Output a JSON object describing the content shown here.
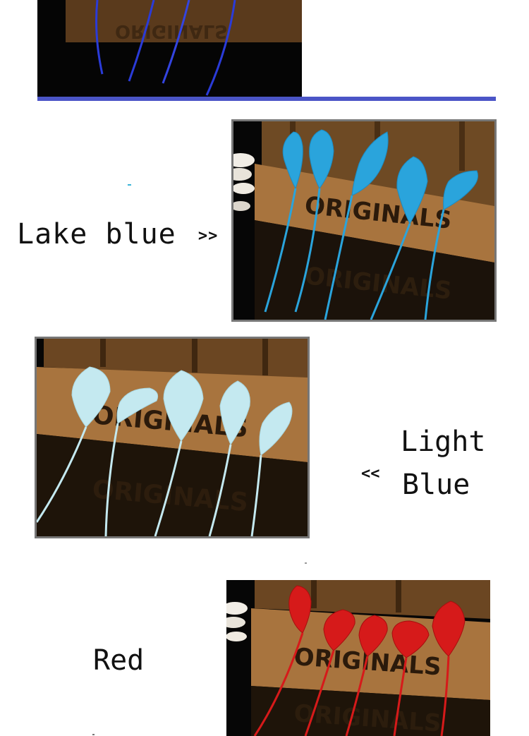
{
  "top_panel": {
    "image_alt": "Royal blue feather stems on wooden box",
    "accent_color": "#4b55c7"
  },
  "lake_blue": {
    "label": "Lake blue",
    "arrow": ">>",
    "feather_color": "#2aa0d8",
    "box_text": "ORIGINALS"
  },
  "light_blue": {
    "label_line1": "Light",
    "label_line2": "Blue",
    "arrow": "<<",
    "feather_color": "#bfe6ee",
    "box_text": "ORIGINALS"
  },
  "red": {
    "label": "Red",
    "feather_color": "#d61a1a",
    "box_text": "ORIGINALS"
  }
}
